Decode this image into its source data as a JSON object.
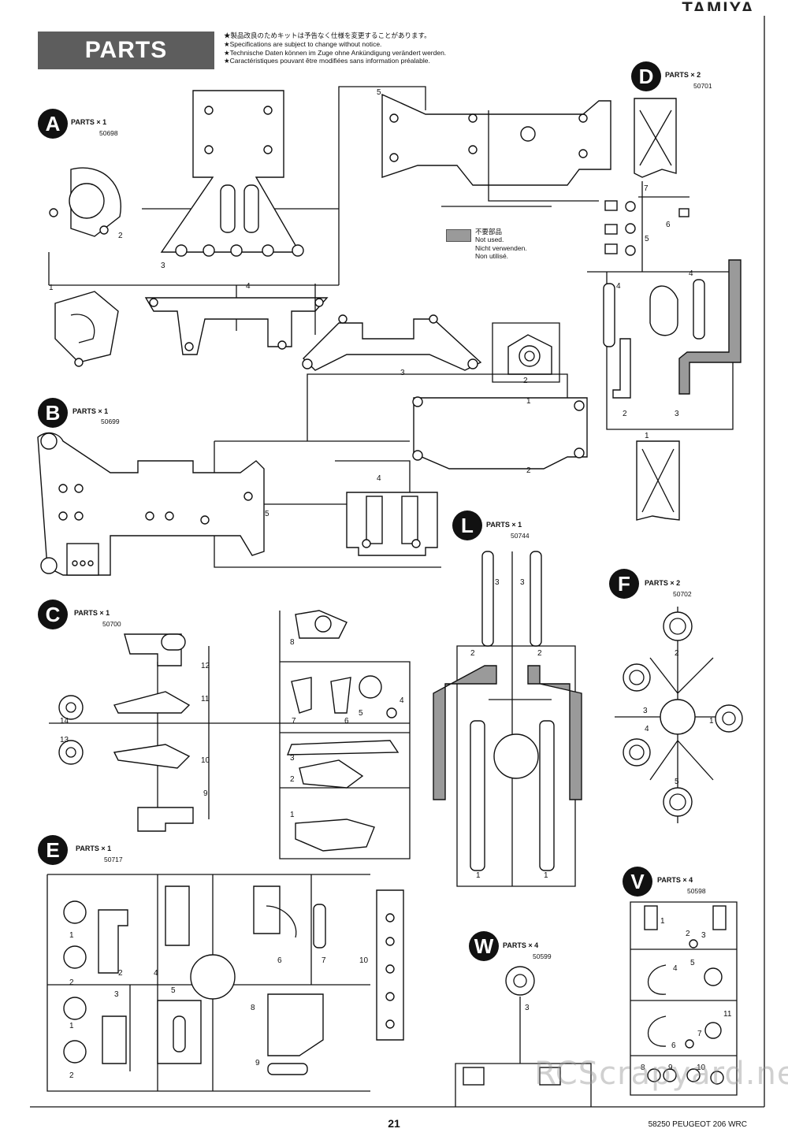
{
  "header": {
    "corner": "TAMIYA",
    "banner": "PARTS",
    "notes": [
      "★製品改良のためキットは予告なく仕様を変更することがあります。",
      "★Specifications are subject to change without notice.",
      "★Technische Daten können im Zuge ohne Ankündigung verändert werden.",
      "★Caractéristiques pouvant être modifiées sans information préalable."
    ]
  },
  "legend": {
    "lines": [
      "不要部品",
      "Not used.",
      "Nicht verwenden.",
      "Non utilisé."
    ]
  },
  "sprues": [
    {
      "letter": "A",
      "label": "PARTS × 1",
      "number": "50698"
    },
    {
      "letter": "B",
      "label": "PARTS × 1",
      "number": "50699"
    },
    {
      "letter": "C",
      "label": "PARTS × 1",
      "number": "50700"
    },
    {
      "letter": "D",
      "label": "PARTS × 2",
      "number": "50701"
    },
    {
      "letter": "E",
      "label": "PARTS × 1",
      "number": "50717"
    },
    {
      "letter": "F",
      "label": "PARTS × 2",
      "number": "50702"
    },
    {
      "letter": "L",
      "label": "PARTS × 1",
      "number": "50744"
    },
    {
      "letter": "V",
      "label": "PARTS × 4",
      "number": "50598"
    },
    {
      "letter": "W",
      "label": "PARTS × 4",
      "number": "50599"
    }
  ],
  "part_numbers": {
    "A": [
      "1",
      "2",
      "3",
      "4",
      "5"
    ],
    "B": [
      "1",
      "2",
      "3",
      "4",
      "5"
    ],
    "C": [
      "1",
      "2",
      "3",
      "4",
      "5",
      "6",
      "7",
      "8",
      "9",
      "10",
      "11",
      "12",
      "13",
      "14"
    ],
    "D": [
      "1",
      "2",
      "3",
      "4",
      "5",
      "6",
      "7"
    ],
    "E": [
      "1",
      "2",
      "3",
      "4",
      "5",
      "6",
      "7",
      "8",
      "9",
      "10"
    ],
    "F": [
      "1",
      "2",
      "3",
      "4",
      "5"
    ],
    "L": [
      "1",
      "2",
      "3"
    ],
    "V": [
      "1",
      "2",
      "3",
      "4",
      "5",
      "6",
      "7",
      "8",
      "9",
      "10",
      "11"
    ],
    "W": [
      "3"
    ]
  },
  "footer": {
    "page_number": "21",
    "kit_title": "58250 PEUGEOT 206 WRC"
  },
  "watermark": "RCScrapyard.net"
}
